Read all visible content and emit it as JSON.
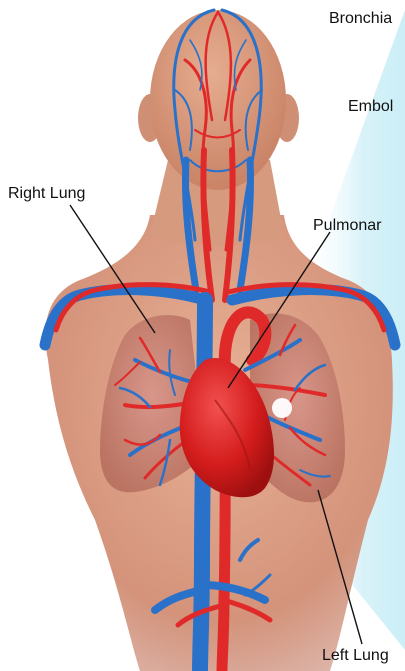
{
  "labels": {
    "bronchial": "Bronchia",
    "embolism": "Embol",
    "right_lung": "Right Lung",
    "pulmonary": "Pulmonar",
    "left_lung": "Left Lung"
  },
  "colors": {
    "skin": "#d99a7c",
    "skin_shadow": "#b57056",
    "lung": "#c98576",
    "artery": "#e02a2a",
    "vein": "#2a72c9",
    "heart": "#d81f1f",
    "inset_bg": "#e3f6fb",
    "embolus": "#ffffff"
  }
}
